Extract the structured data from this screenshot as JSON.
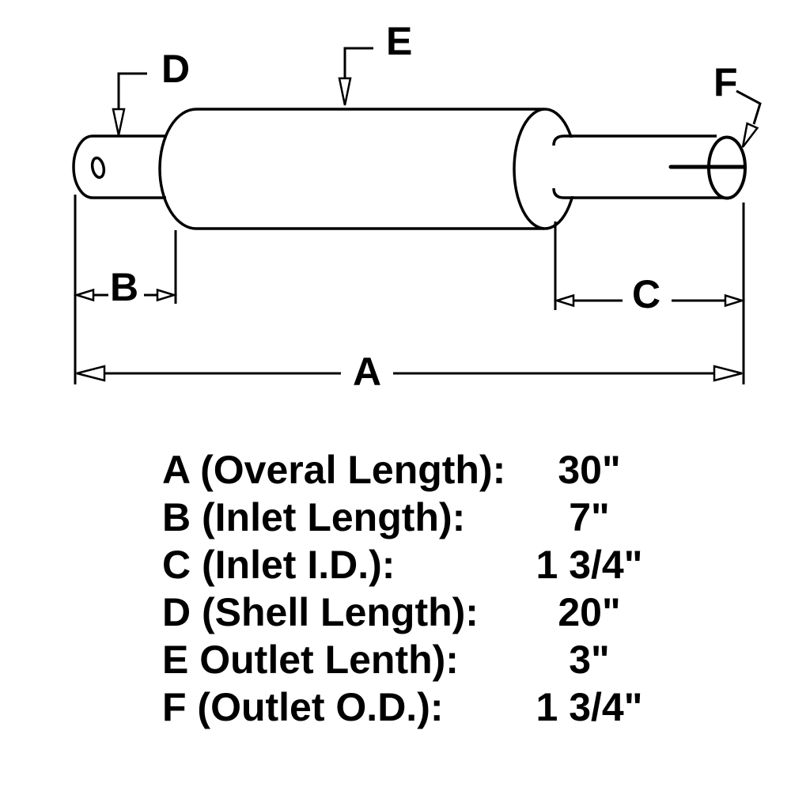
{
  "diagram": {
    "callouts": {
      "d": "D",
      "e": "E",
      "f": "F"
    },
    "dimensions": {
      "a": "A",
      "b": "B",
      "c": "C"
    },
    "line_color": "#000000",
    "background_color": "#ffffff"
  },
  "specs": {
    "rows": [
      {
        "label": "A (Overal Length):",
        "value": "30\""
      },
      {
        "label": "B (Inlet Length):",
        "value": "7\""
      },
      {
        "label": "C (Inlet I.D.):",
        "value": "1 3/4\""
      },
      {
        "label": "D (Shell Length):",
        "value": "20\""
      },
      {
        "label": "E Outlet Lenth):",
        "value": "3\""
      },
      {
        "label": "F (Outlet O.D.):",
        "value": "1 3/4\""
      }
    ]
  }
}
